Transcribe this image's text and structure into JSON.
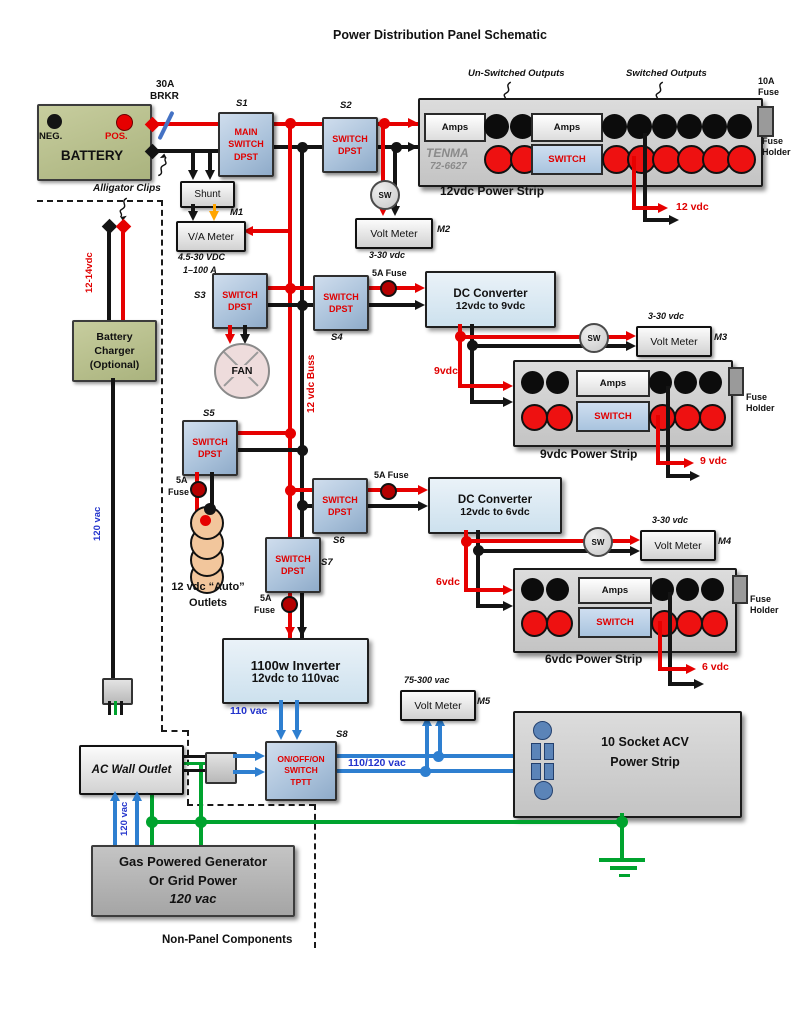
{
  "title": "Power Distribution Panel Schematic",
  "battery": {
    "name": "BATTERY",
    "neg": "NEG.",
    "pos": "POS."
  },
  "breaker": {
    "amps": "30A",
    "label": "BRKR"
  },
  "alligator_clips": "Alligator Clips",
  "charger": {
    "l1": "Battery",
    "l2": "Charger",
    "l3": "(Optional)"
  },
  "shunt": "Shunt",
  "sw": "SW",
  "fan": "FAN",
  "switches": {
    "s1": {
      "id": "S1",
      "l1": "MAIN",
      "l2": "SWITCH",
      "l3": "DPST"
    },
    "s2": {
      "id": "S2",
      "l1": "SWITCH",
      "l2": "DPST"
    },
    "s3": {
      "id": "S3",
      "l1": "SWITCH",
      "l2": "DPST"
    },
    "s4": {
      "id": "S4",
      "l1": "SWITCH",
      "l2": "DPST"
    },
    "s5": {
      "id": "S5",
      "l1": "SWITCH",
      "l2": "DPST"
    },
    "s6": {
      "id": "S6",
      "l1": "SWITCH",
      "l2": "DPST"
    },
    "s7": {
      "id": "S7",
      "l1": "SWITCH",
      "l2": "DPST"
    },
    "s8": {
      "id": "S8",
      "l1": "ON/OFF/ON",
      "l2": "SWITCH",
      "l3": "TPTT"
    }
  },
  "meters": {
    "m1": {
      "label": "V/A Meter",
      "id": "M1",
      "sub1": "4.5-30 VDC",
      "sub2": "1–100 A"
    },
    "m2": {
      "label": "Volt Meter",
      "id": "M2",
      "range": "3-30 vdc"
    },
    "m3": {
      "label": "Volt Meter",
      "id": "M3",
      "range": "3-30 vdc"
    },
    "m4": {
      "label": "Volt Meter",
      "id": "M4",
      "range": "3-30 vdc"
    },
    "m5": {
      "label": "Volt Meter",
      "id": "M5",
      "range": "75-300 vac"
    }
  },
  "fuses": {
    "f5": "5A Fuse",
    "f5a": "5A",
    "f5b": "Fuse",
    "f10a": "10A",
    "f10b": "Fuse",
    "holder1": "Fuse",
    "holder2": "Holder"
  },
  "strip12": {
    "brand": "TENMA",
    "model": "72-6627",
    "amps1": "Amps",
    "amps2": "Amps",
    "switch": "SWITCH",
    "caption": "12vdc Power Strip",
    "unswitched": "Un-Switched Outputs",
    "switched": "Switched Outputs",
    "out": "12 vdc"
  },
  "strip9": {
    "amps": "Amps",
    "switch": "SWITCH",
    "caption": "9vdc Power Strip",
    "in": "9vdc",
    "out": "9 vdc"
  },
  "strip6": {
    "amps": "Amps",
    "switch": "SWITCH",
    "caption": "6vdc Power Strip",
    "in": "6vdc",
    "out": "6 vdc"
  },
  "converter9": {
    "l1": "DC Converter",
    "l2": "12vdc to 9vdc"
  },
  "converter6": {
    "l1": "DC Converter",
    "l2": "12vdc to 6vdc"
  },
  "inverter": {
    "l1": "1100w Inverter",
    "l2": "12vdc to 110vac"
  },
  "bus_label": "12 vdc Buss",
  "auto_outlets": {
    "l1": "12 vdc “Auto”",
    "l2": "Outlets"
  },
  "acv_strip": {
    "l1": "10 Socket ACV",
    "l2": "Power Strip"
  },
  "ac_outlet": "AC Wall Outlet",
  "generator": {
    "l1": "Gas Powered Generator",
    "l2": "Or Grid Power",
    "l3": "120 vac"
  },
  "non_panel": "Non-Panel Components",
  "wire_labels": {
    "dc1214": "12-14vdc",
    "vac120": "120  vac",
    "vac110": "110  vac",
    "vac110120": "110/120  vac"
  },
  "colors": {
    "wire_red": "#e60000",
    "wire_black": "#141414",
    "wire_blue": "#2e7fd0",
    "wire_green": "#00a32e",
    "wire_orange": "#ffa500",
    "label_blue": "#2233cc",
    "label_red": "#e00000",
    "switch_fill": "#a9c1da",
    "battery_fill": "#bcc291"
  }
}
